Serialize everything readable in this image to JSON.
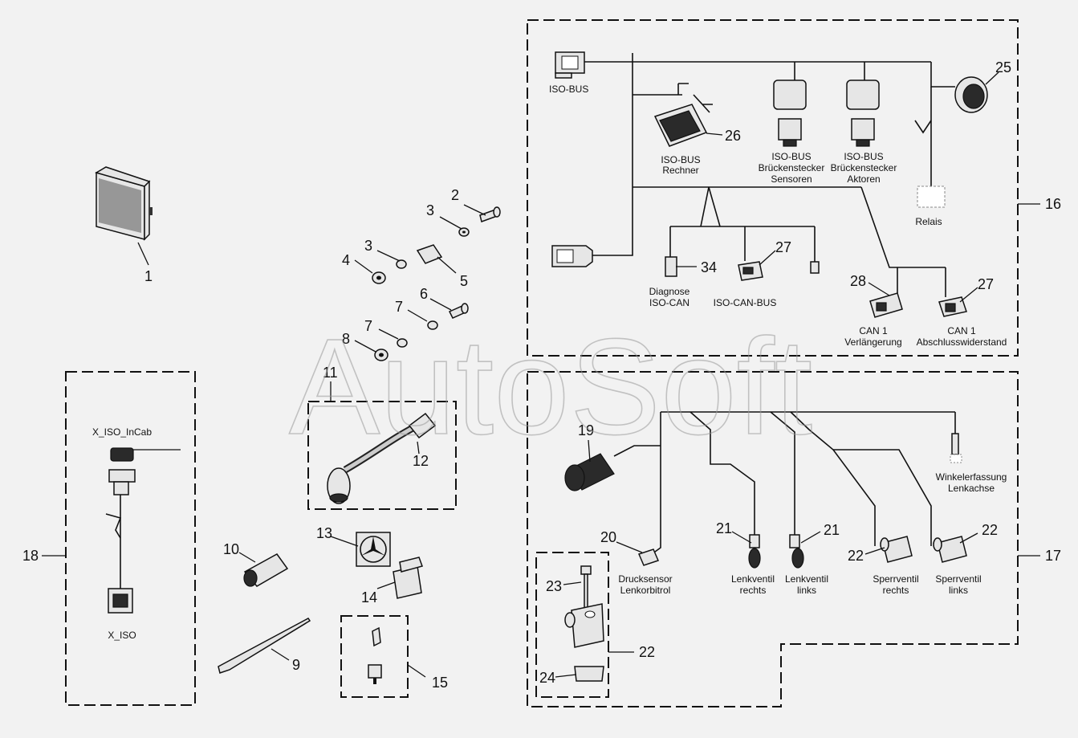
{
  "diagram": {
    "part_numbers": [
      "1",
      "2",
      "3",
      "3",
      "4",
      "5",
      "6",
      "7",
      "7",
      "8",
      "9",
      "10",
      "11",
      "12",
      "13",
      "14",
      "15",
      "16",
      "17",
      "18",
      "19",
      "20",
      "21",
      "21",
      "22",
      "22",
      "22",
      "23",
      "24",
      "25",
      "26",
      "27",
      "27",
      "28",
      "34"
    ],
    "labels": {
      "iso_bus": "ISO-BUS",
      "iso_bus_rechner_1": "ISO-BUS",
      "iso_bus_rechner_2": "Rechner",
      "brueck_sens_1": "ISO-BUS",
      "brueck_sens_2": "Brückenstecker",
      "brueck_sens_3": "Sensoren",
      "brueck_akt_1": "ISO-BUS",
      "brueck_akt_2": "Brückenstecker",
      "brueck_akt_3": "Aktoren",
      "relais": "Relais",
      "diagnose_1": "Diagnose",
      "diagnose_2": "ISO-CAN",
      "iso_can_bus": "ISO-CAN-BUS",
      "can1_verl_1": "CAN 1",
      "can1_verl_2": "Verlängerung",
      "can1_abs_1": "CAN 1",
      "can1_abs_2": "Abschlusswiderstand",
      "x_iso_incab": "X_ISO_InCab",
      "x_iso": "X_ISO",
      "winkel_1": "Winkelerfassung",
      "winkel_2": "Lenkachse",
      "druck_1": "Drucksensor",
      "druck_2": "Lenkorbitrol",
      "lv_rechts_1": "Lenkventil",
      "lv_rechts_2": "rechts",
      "lv_links_1": "Lenkventil",
      "lv_links_2": "links",
      "sv_rechts_1": "Sperrventil",
      "sv_rechts_2": "rechts",
      "sv_links_1": "Sperrventil",
      "sv_links_2": "links"
    },
    "watermark": "AutoSoft"
  }
}
